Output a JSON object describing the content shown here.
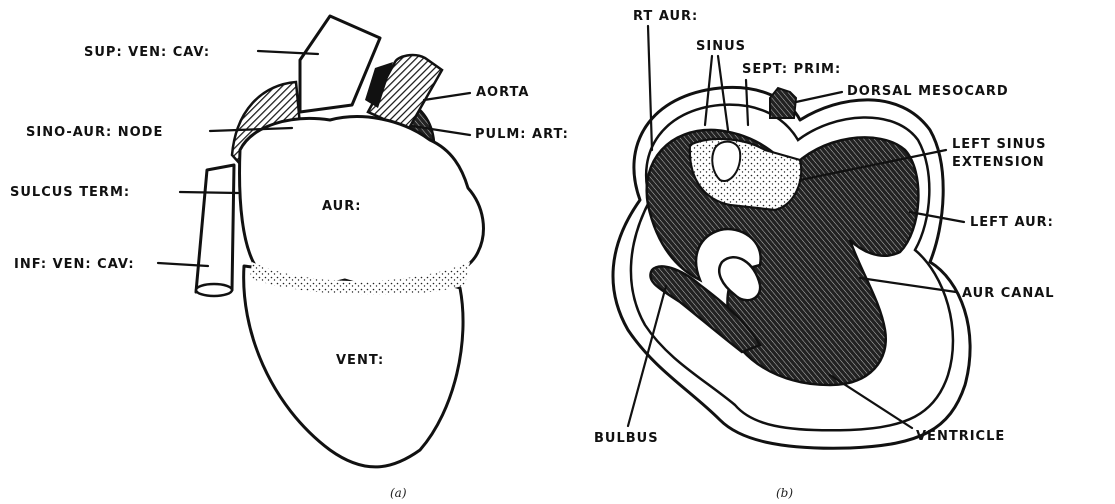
{
  "figure_a": {
    "labels": {
      "sup_ven_cav": "SUP: VEN: CAV:",
      "aorta": "AORTA",
      "sino_aur_node": "SINO-AUR: NODE",
      "pulm_art": "PULM: ART:",
      "sulcus_term": "SULCUS TERM:",
      "aur": "AUR:",
      "inf_ven_cav": "INF: VEN: CAV:",
      "vent": "VENT:"
    },
    "caption": "(a)"
  },
  "figure_b": {
    "labels": {
      "rt_aur": "RT AUR:",
      "sinus": "SINUS",
      "sept_prim": "SEPT: PRIM:",
      "dorsal_mesocard": "DORSAL MESOCARD",
      "left_sinus_extension_1": "LEFT SINUS",
      "left_sinus_extension_2": "EXTENSION",
      "left_aur": "LEFT AUR:",
      "aur_canal": "AUR CANAL",
      "bulbus": "BULBUS",
      "ventricle": "VENTRICLE"
    },
    "caption": "(b)"
  }
}
